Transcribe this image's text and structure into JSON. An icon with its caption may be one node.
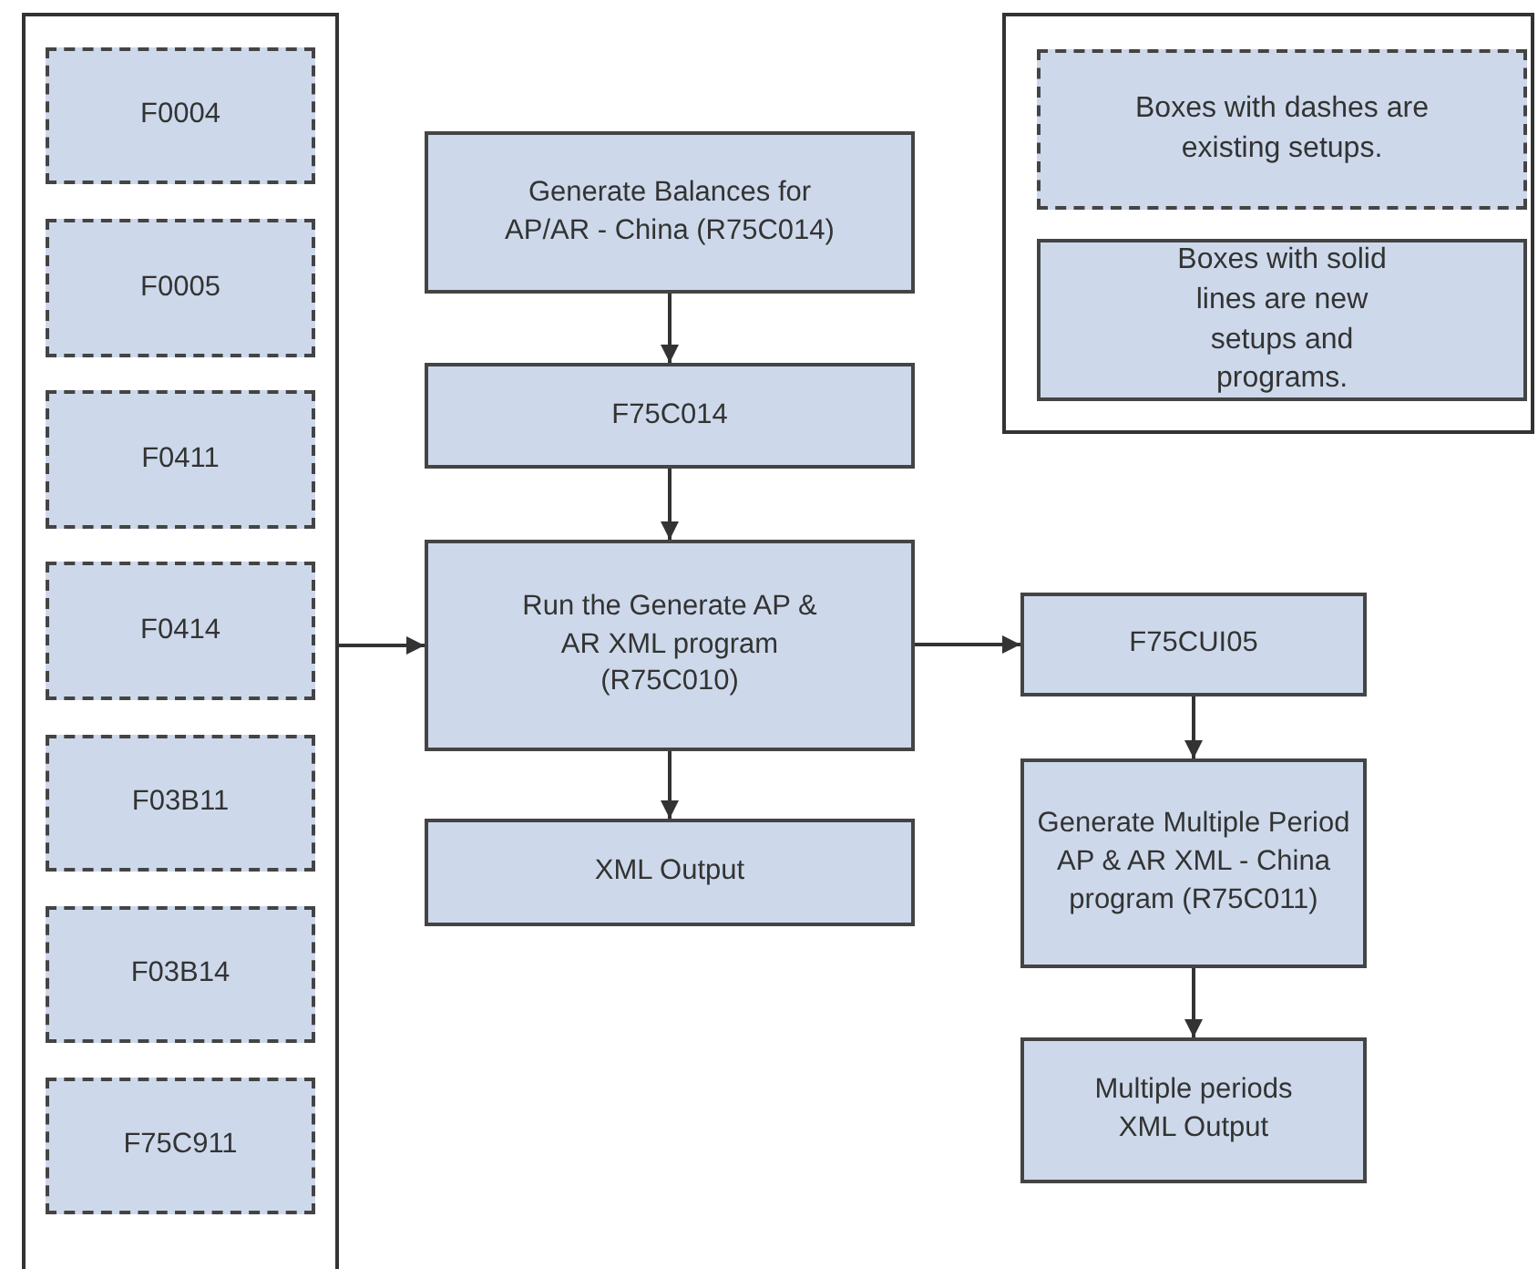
{
  "diagram": {
    "nodes": [
      {
        "text": [],
        "shape": "box"
      },
      {
        "text": [
          "F0004"
        ],
        "in": 0
      },
      {
        "text": [
          "F0005"
        ],
        "in": 0
      },
      {
        "text": [
          "F0411"
        ],
        "in": 0
      },
      {
        "text": [
          "F0414"
        ],
        "in": 0
      },
      {
        "text": [
          "F03B11"
        ],
        "in": 0
      },
      {
        "text": [
          "F03B14"
        ],
        "in": 0
      },
      {
        "text": [
          "F75C911"
        ],
        "in": 0
      },
      {
        "text": [
          "Generate Balances for AP/AR - China (R75C014)"
        ]
      },
      {
        "text": [
          "F75C014"
        ]
      },
      {
        "text": [
          "Run the Generate AP & AR XML program (R75C010)"
        ]
      },
      {
        "text": [
          "XML Output"
        ]
      },
      {
        "text": [
          "F75CUI05"
        ]
      },
      {
        "text": [
          "Generate Multiple Period AP & AR XML - China program (R75C011)"
        ]
      },
      {
        "text": [
          "Multiple periods XML Output"
        ]
      }
    ],
    "edges": [
      {
        "from": 8,
        "to": 9,
        "arrow": "to"
      },
      {
        "from": 9,
        "to": 10,
        "arrow": "to"
      },
      {
        "from": 0,
        "to": 10,
        "arrow": "to"
      },
      {
        "from": 10,
        "to": 11,
        "arrow": "to"
      },
      {
        "from": 10,
        "to": 12,
        "arrow": "to"
      },
      {
        "from": 12,
        "to": 13,
        "arrow": "to"
      },
      {
        "from": 13,
        "to": 14,
        "arrow": "to"
      }
    ],
    "legend": [
      {
        "text": "Boxes with dashes are existing setups."
      },
      {
        "text": "Boxes with solid lines are new setups and programs."
      }
    ]
  }
}
